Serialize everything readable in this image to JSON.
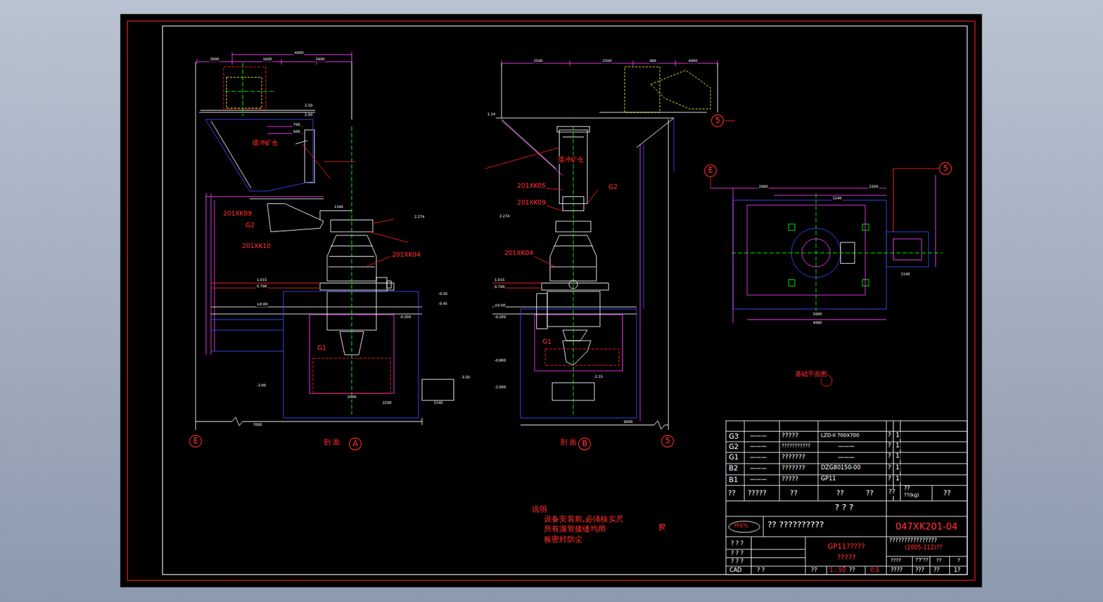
{
  "diagram": {
    "nodes": [
      {
        "text": [
          "5"
        ]
      },
      {
        "text": [
          "E"
        ]
      },
      {
        "text": [
          "5"
        ]
      },
      {
        "text": [
          "E"
        ]
      },
      {
        "text": [
          "A"
        ]
      },
      {
        "text": [
          "B"
        ]
      },
      {
        "text": [
          "5"
        ]
      }
    ],
    "labels": [
      "3000",
      "1600",
      "4000",
      "2400",
      "2.50",
      "2.00",
      "缓冲矿仓",
      "700",
      "600",
      "201XK09",
      "G2",
      "201XK10",
      "1340",
      "2.274",
      "201XK04",
      "1.015",
      "0.700",
      "±0.00",
      "-0.200",
      "-0.50",
      "-0.45",
      "G1",
      "-3.00",
      "2000",
      "2200",
      "1140",
      "-3.50",
      "7000",
      "剖 面",
      "2500",
      "2500",
      "900",
      "4000",
      "1.14",
      "缓冲矿仓",
      "201XK05",
      "201XK09",
      "G2",
      "2.274",
      "201XK04",
      "1.015",
      "0.700",
      "±0.00",
      "-0.200",
      "G1",
      "-0.800",
      "-2.000",
      "-2.15",
      "6000",
      "剖 面",
      "2000",
      "2200",
      "1240",
      "1140",
      "2000",
      "4000",
      "基础平面图",
      "说明",
      "设备安装前,必须核实尺",
      "所有溜管接缝均用",
      "胶",
      "板密封防尘",
      "G3",
      "———",
      "?????",
      "LZD-II 700X700",
      "?",
      "1",
      "G2",
      "———",
      "???????????",
      "———",
      "?",
      "1",
      "G1",
      "———",
      "???????",
      "———",
      "?",
      "1",
      "B2",
      "———",
      "???????",
      "DZG80150-00",
      "?",
      "1",
      "B1",
      "———",
      "?????",
      "GP11",
      "?",
      "1",
      "??",
      "?????",
      "??",
      "??",
      "??",
      "??",
      "??",
      "??(kg)",
      "??",
      "? ? ?",
      "YFSTL",
      "?? ??????????",
      "047XK201-04",
      "????????????????",
      "(2005-112)??",
      "?????",
      "GP11?????",
      "?????",
      "? ? ?",
      "? ? ?",
      "? ? ?",
      "CAD",
      "? ?",
      "??",
      "1 : 50",
      "??",
      "0.5",
      "????",
      "?",
      "??",
      "?",
      "????",
      "???",
      "??",
      "1?"
    ]
  }
}
